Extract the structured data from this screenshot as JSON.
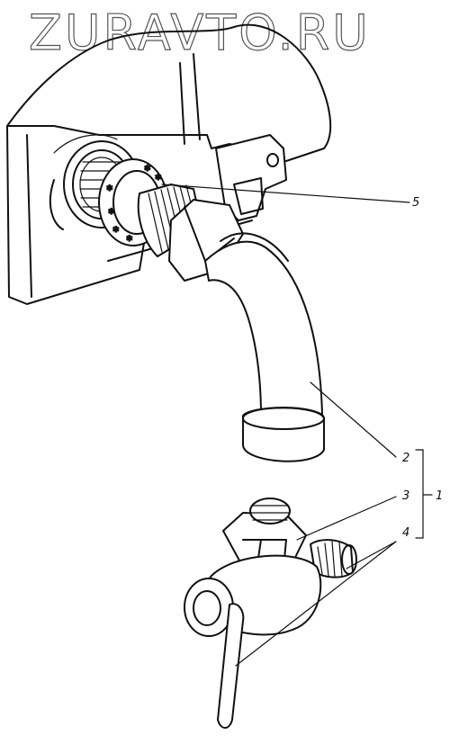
{
  "watermark": {
    "text": "ZURAVTO.RU"
  },
  "callouts": {
    "c1": "1",
    "c2": "2",
    "c3": "3",
    "c4": "4",
    "c5": "5"
  },
  "colors": {
    "ink": "#111111",
    "paper": "#ffffff",
    "watermark_stroke": "#555555"
  }
}
